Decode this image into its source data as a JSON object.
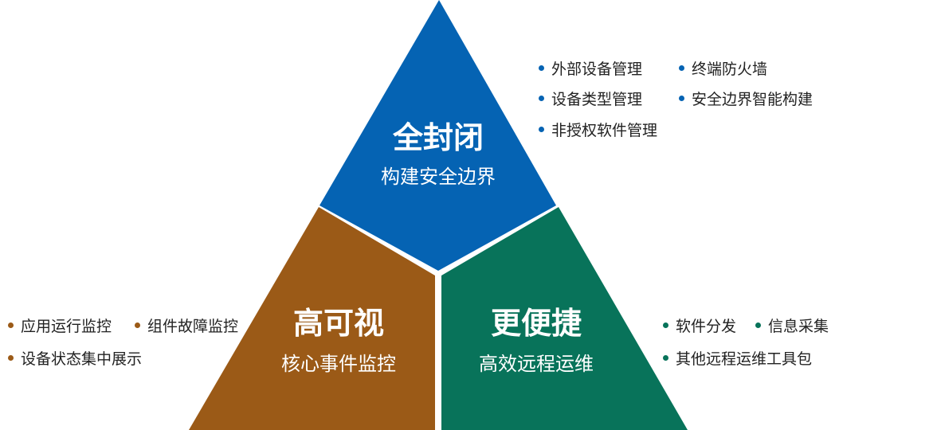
{
  "colors": {
    "top": "#0563b3",
    "left": "#9b5a17",
    "right": "#08735a",
    "divider": "#ffffff"
  },
  "segments": {
    "top": {
      "title": "全封闭",
      "subtitle": "构建安全边界",
      "bullets": [
        "外部设备管理",
        "终端防火墙",
        "设备类型管理",
        "安全边界智能构建",
        "非授权软件管理"
      ]
    },
    "left": {
      "title": "高可视",
      "subtitle": "核心事件监控",
      "bullets": [
        "应用运行监控",
        "组件故障监控",
        "设备状态集中展示"
      ]
    },
    "right": {
      "title": "更便捷",
      "subtitle": "高效远程运维",
      "bullets": [
        "软件分发",
        "信息采集",
        "其他远程运维工具包"
      ]
    }
  }
}
